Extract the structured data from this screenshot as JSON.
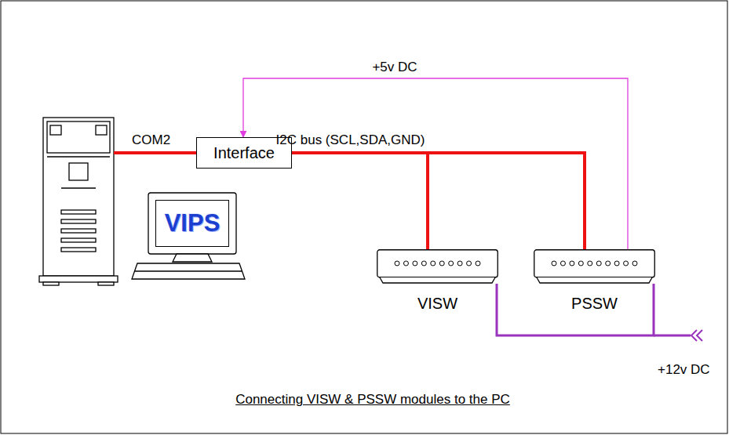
{
  "diagram": {
    "caption": "Connecting VISW & PSSW modules to the PC",
    "nodes": [
      {
        "text": [
          "VIPS"
        ]
      },
      {
        "text": [
          "Interface"
        ]
      },
      {
        "text": [
          "VISW"
        ]
      },
      {
        "text": [
          "PSSW"
        ]
      }
    ],
    "edges": [
      {
        "from": 1,
        "to": 2,
        "arrow": "none",
        "label": "I2C bus (SCL,SDA,GND)"
      },
      {
        "from": 1,
        "to": 3,
        "arrow": "none"
      },
      {
        "from": 3,
        "to": 1,
        "arrow": "to",
        "label": "+5v DC"
      },
      {
        "from": 2,
        "to": 3,
        "arrow": "none"
      }
    ],
    "labels": [
      "COM2",
      "+12v DC"
    ]
  }
}
